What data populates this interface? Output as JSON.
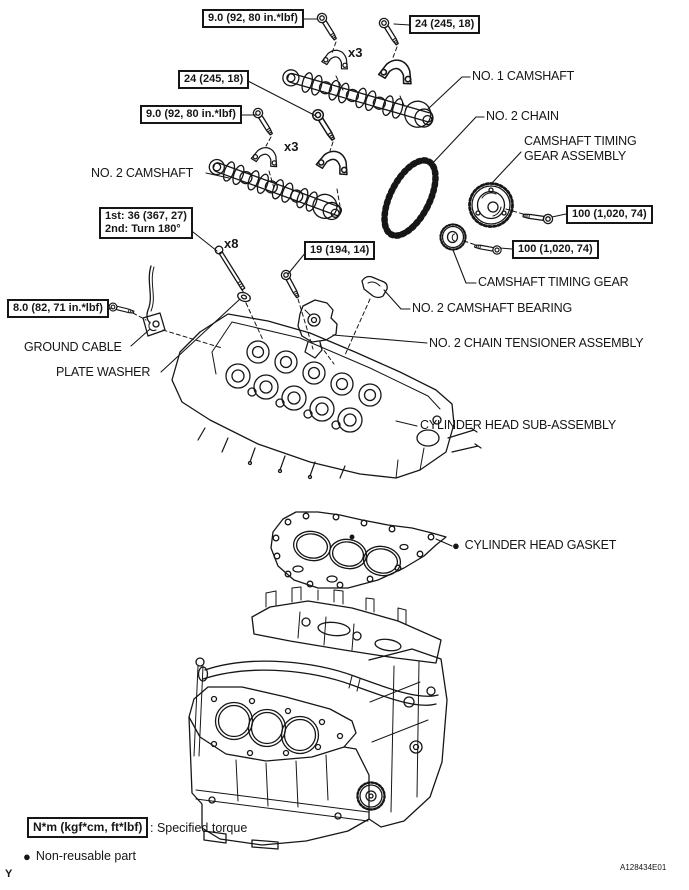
{
  "colors": {
    "ink": "#161616",
    "paper": "#ffffff"
  },
  "torque_specs": [
    {
      "text": "9.0 (92, 80 in.*lbf)"
    },
    {
      "text": "24 (245, 18)"
    },
    {
      "text": "24 (245, 18)"
    },
    {
      "text": "9.0 (92, 80 in.*lbf)"
    },
    {
      "line1": "1st: 36 (367, 27)",
      "line2": "2nd: Turn 180°"
    },
    {
      "text": "19 (194, 14)"
    },
    {
      "text": "100 (1,020, 74)"
    },
    {
      "text": "100 (1,020, 74)"
    },
    {
      "text": "8.0 (82, 71 in.*lbf)"
    }
  ],
  "part_labels": [
    {
      "text": "NO. 1 CAMSHAFT"
    },
    {
      "text": "NO. 2 CHAIN"
    },
    {
      "line1": "CAMSHAFT TIMING",
      "line2": "GEAR ASSEMBLY"
    },
    {
      "text": "NO. 2 CAMSHAFT"
    },
    {
      "text": "CAMSHAFT TIMING GEAR"
    },
    {
      "text": "NO. 2 CAMSHAFT BEARING"
    },
    {
      "text": "NO. 2 CHAIN TENSIONER ASSEMBLY"
    },
    {
      "text": "GROUND CABLE"
    },
    {
      "text": "PLATE WASHER"
    },
    {
      "text": "CYLINDER HEAD SUB-ASSEMBLY"
    },
    {
      "bullet": "●",
      "text": "CYLINDER HEAD GASKET"
    }
  ],
  "multipliers": [
    {
      "text": "x3"
    },
    {
      "text": "x3"
    },
    {
      "text": "x8"
    }
  ],
  "legend": {
    "torque_unit_box": "N*m (kgf*cm, ft*lbf)",
    "torque_caption": ": Specified torque",
    "non_reusable_bullet": "●",
    "non_reusable_text": "Non-reusable part"
  },
  "footer": {
    "page_mark": "Y",
    "figure_code": "A128434E01"
  }
}
